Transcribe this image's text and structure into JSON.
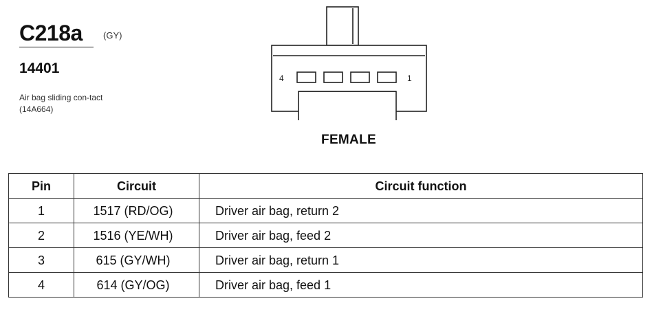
{
  "connector": {
    "id": "C218a",
    "color": "(GY)",
    "part_number": "14401",
    "description": "Air bag sliding con-tact (14A664)",
    "gender": "FEMALE",
    "pin_label_left": "4",
    "pin_label_right": "1"
  },
  "table": {
    "headers": {
      "pin": "Pin",
      "circuit": "Circuit",
      "function": "Circuit function"
    },
    "rows": [
      {
        "pin": "1",
        "circuit": "1517 (RD/OG)",
        "function": "Driver air bag, return 2"
      },
      {
        "pin": "2",
        "circuit": "1516 (YE/WH)",
        "function": "Driver air bag, feed 2"
      },
      {
        "pin": "3",
        "circuit": "615 (GY/WH)",
        "function": "Driver air bag, return 1"
      },
      {
        "pin": "4",
        "circuit": "614 (GY/OG)",
        "function": "Driver air bag, feed 1"
      }
    ]
  }
}
